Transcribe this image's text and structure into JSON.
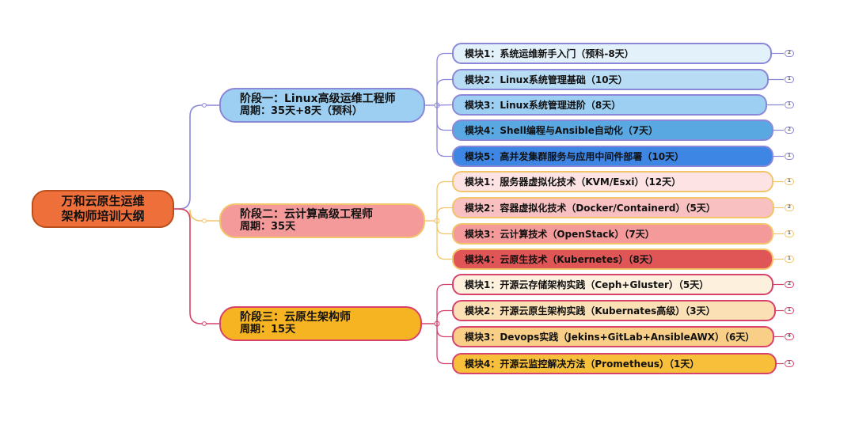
{
  "root": {
    "line1": "万和云原生运维",
    "line2": "架构师培训大纲",
    "fill": "#ef6f3b"
  },
  "stages": [
    {
      "title": "阶段一：Linux高级运维工程师",
      "period": "周期：35天+8天（预科）",
      "color": "#8fb9d6",
      "fill": "#9ccff2",
      "line": "#8b87d8",
      "modules": [
        {
          "label": "模块1：系统运维新手入门（预科-8天）",
          "count": "2",
          "fill": "#e3f1fb"
        },
        {
          "label": "模块2：Linux系统管理基础（10天）",
          "count": "1",
          "fill": "#b8dcf4"
        },
        {
          "label": "模块3：Linux系统管理进阶（8天）",
          "count": "1",
          "fill": "#9ccff2"
        },
        {
          "label": "模块4：Shell编程与Ansible自动化（7天）",
          "count": "2",
          "fill": "#5aa8e2"
        },
        {
          "label": "模块5：高并发集群服务与应用中间件部署（10天）",
          "count": "1",
          "fill": "#3d86e3"
        }
      ]
    },
    {
      "title": "阶段二：云计算高级工程师",
      "period": "周期：35天",
      "color": "#e8b96c",
      "fill": "#f59a9a",
      "line": "#f3c56a",
      "modules": [
        {
          "label": "模块1：服务器虚拟化技术（KVM/Esxi）（12天）",
          "count": "1",
          "fill": "#fde3e3"
        },
        {
          "label": "模块2：容器虚拟化技术（Docker/Containerd）（5天）",
          "count": "2",
          "fill": "#f8c0c0"
        },
        {
          "label": "模块3：云计算技术（OpenStack）（7天）",
          "count": "1",
          "fill": "#f59a9a"
        },
        {
          "label": "模块4：云原生技术（Kubernetes）（8天）",
          "count": "1",
          "fill": "#e05656"
        }
      ]
    },
    {
      "title": "阶段三：云原生架构师",
      "period": "周期：15天",
      "color": "#d6426b",
      "fill": "#f7b422",
      "line": "#d6426b",
      "modules": [
        {
          "label": "模块1：开源云存储架构实践（Ceph+Gluster）（5天）",
          "count": "2",
          "fill": "#fdf0dc"
        },
        {
          "label": "模块2：开源云原生架构实践（Kubernates高级）（3天）",
          "count": "1",
          "fill": "#fbe0b5"
        },
        {
          "label": "模块3：Devops实践（Jekins+GitLab+AnsibleAWX）（6天）",
          "count": "4",
          "fill": "#f9cf88"
        },
        {
          "label": "模块4：开源云监控解决方法（Prometheus）（1天）",
          "count": "1",
          "fill": "#f8bf3a"
        }
      ]
    }
  ]
}
